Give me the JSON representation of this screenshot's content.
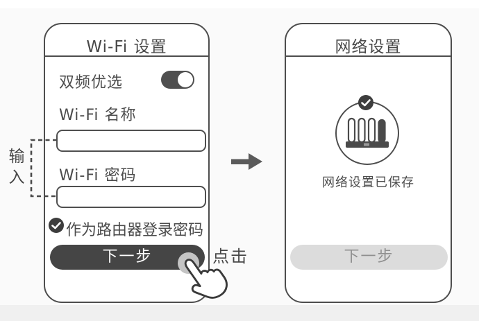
{
  "annotations": {
    "input_label": "输入",
    "click_label": "点击"
  },
  "left_panel": {
    "title": "Wi-Fi 设置",
    "dual_band": {
      "label": "双频优选",
      "state": "on"
    },
    "wifi_name": {
      "label": "Wi-Fi 名称",
      "value": "",
      "placeholder": ""
    },
    "wifi_password": {
      "label": "Wi-Fi 密码",
      "value": "",
      "placeholder": ""
    },
    "login_password_checkbox": {
      "label": "作为路由器登录密码",
      "checked": true
    },
    "next_button_label": "下一步"
  },
  "right_panel": {
    "title": "网络设置",
    "status_icon": "router-with-check",
    "status_text": "网络设置已保存",
    "next_button_label": "下一步",
    "next_button_enabled": false
  },
  "flow": {
    "arrow_direction": "right"
  },
  "colors": {
    "stroke": "#4d4d4d",
    "text": "#4a4a4a",
    "primary_button_bg": "#454545",
    "primary_button_text": "#ffffff",
    "disabled_button_bg": "#dcdcdc",
    "disabled_button_text": "#8f8f8f",
    "toggle_on_bg": "#4f4f4f",
    "checkbox_bg": "#3d3d3d",
    "tap_indicator": "#c4c4c4",
    "bottom_band": "#f0f0f0"
  }
}
